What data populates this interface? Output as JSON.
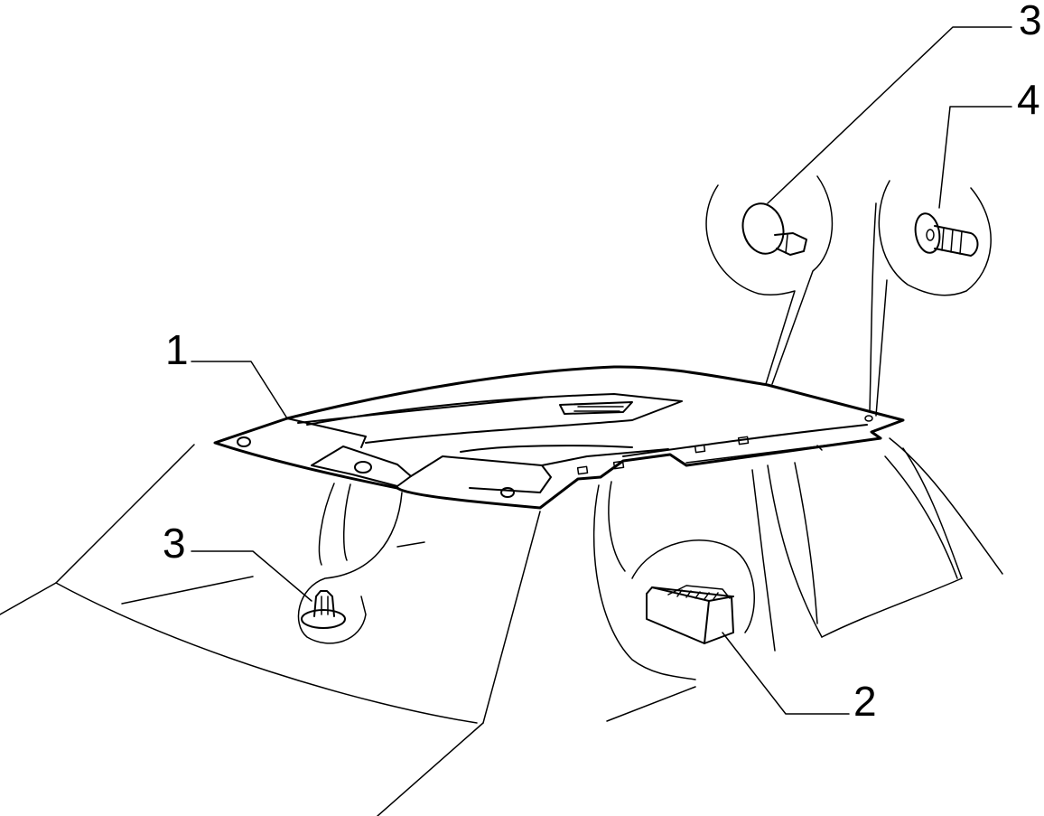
{
  "callouts": {
    "roof_lining": "1",
    "grab_handle": "2",
    "clip_top": "3",
    "clip_left": "3",
    "fastener": "4"
  }
}
